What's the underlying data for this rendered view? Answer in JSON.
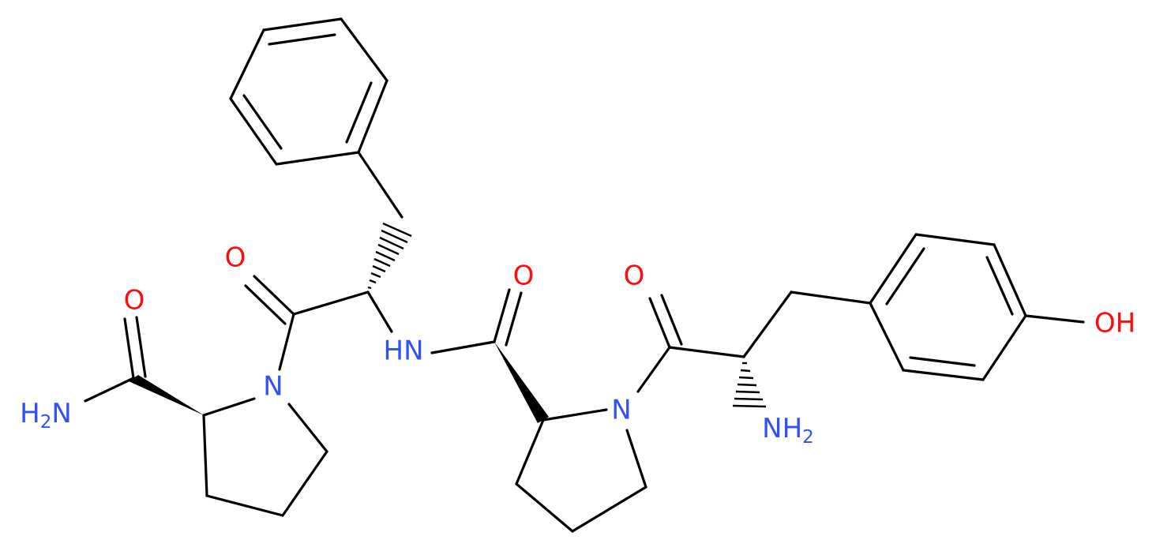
{
  "colors": {
    "bond": "#000000",
    "oxygen": "#ff0d0d",
    "nitrogen": "#3050f8",
    "background": "#ffffff"
  },
  "atoms": {
    "o_left_amide": "O",
    "nh2_left": "H2N",
    "o_phe_carbonyl": "O",
    "n_pro1": "N",
    "nh_amide": "HN",
    "o_pro2_carbonyl": "O",
    "o_tyr_carbonyl": "O",
    "n_pro2": "N",
    "nh2_tyr": "NH2",
    "oh_phenol": "OH"
  }
}
